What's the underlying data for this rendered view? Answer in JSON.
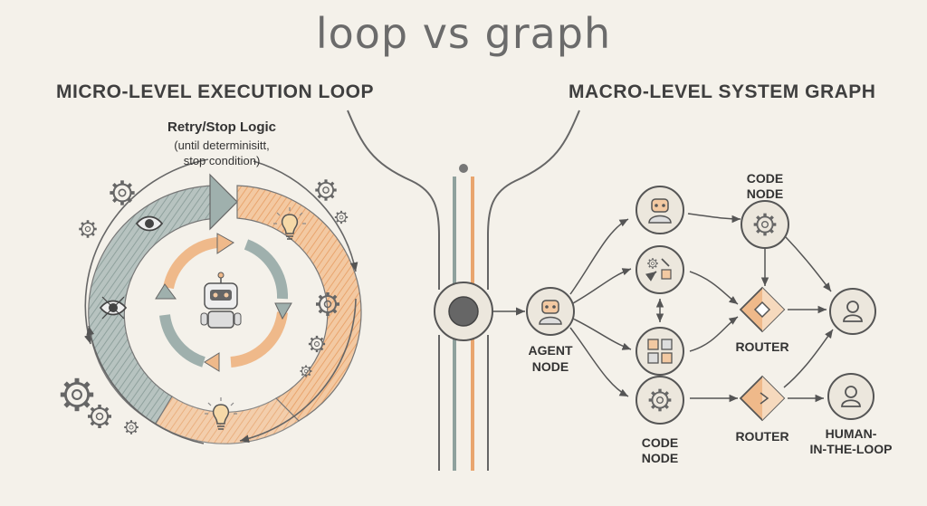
{
  "title": "loop vs graph",
  "left": {
    "heading": "MICRO-LEVEL EXECUTION LOOP",
    "retry_title": "Retry/Stop Logic",
    "retry_sub_1": "(until determinisitt,",
    "retry_sub_2": "stop condition)"
  },
  "right": {
    "heading": "MACRO-LEVEL SYSTEM GRAPH",
    "agent_node_1": "AGENT",
    "agent_node_2": "NODE",
    "code_node_top_1": "CODE",
    "code_node_top_2": "NODE",
    "router_1": "ROUTER",
    "router_2": "ROUTER",
    "code_node_bottom_1": "CODE",
    "code_node_bottom_2": "NODE",
    "human_1": "HUMAN-",
    "human_2": "IN-THE-LOOP"
  },
  "colors": {
    "background": "#f4f1ea",
    "ink": "#555555",
    "gray_fill": "#9fb0ad",
    "orange_fill": "#efb98a",
    "node_fill": "#ece7dd"
  },
  "icons": [
    "robot-icon",
    "eye-icon",
    "lightbulb-icon",
    "gear-icon",
    "person-icon",
    "tools-icon",
    "grid-icon",
    "diamond-icon"
  ]
}
